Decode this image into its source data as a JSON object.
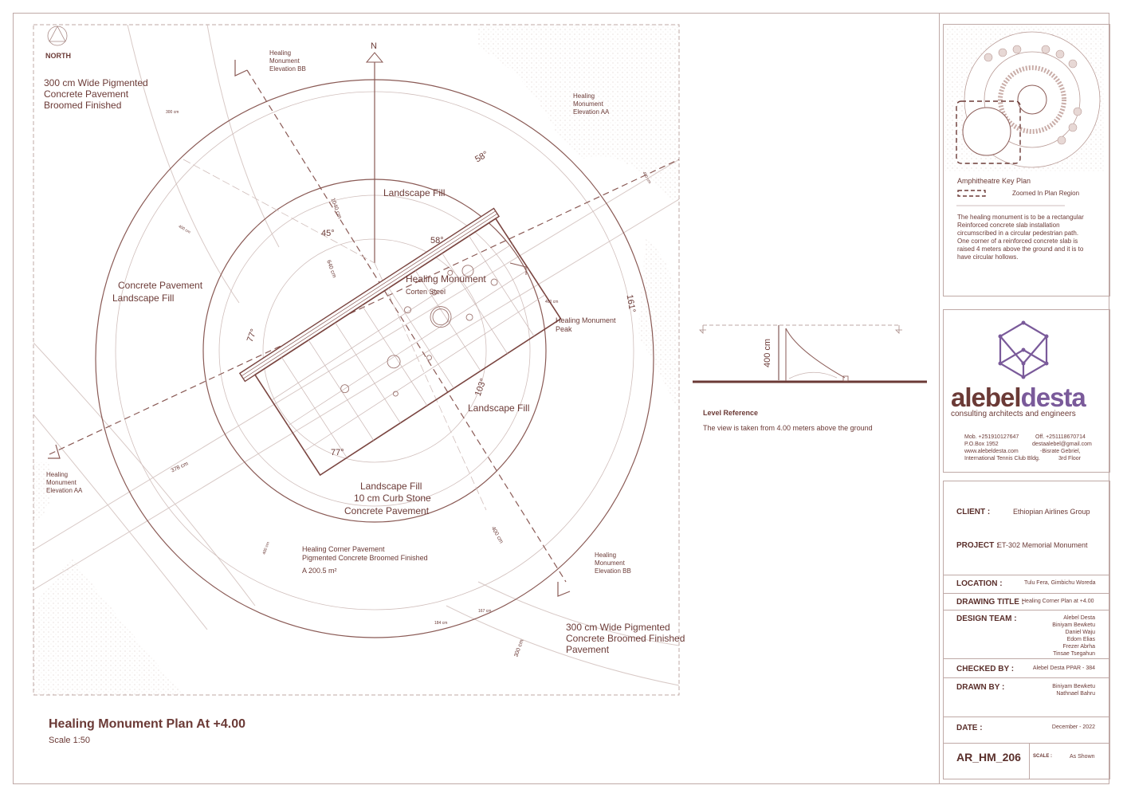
{
  "plan": {
    "north_label": "NORTH",
    "n_label": "N",
    "title": "Healing Monument Plan At +4.00",
    "scale": "Scale 1:50",
    "labels": {
      "pavement_300_1": "300 cm Wide Pigmented",
      "pavement_300_2": "Concrete Pavement",
      "pavement_300_3": "Broomed Finished",
      "elev_bb_top_1": "Healing",
      "elev_bb_top_2": "Monument",
      "elev_bb_top_3": "Elevation BB",
      "elev_aa_top_1": "Healing",
      "elev_aa_top_2": "Monument",
      "elev_aa_top_3": "Elevation AA",
      "landscape_fill_top": "Landscape Fill",
      "concrete_pavement_left": "Concrete Pavement",
      "landscape_fill_left": "Landscape Fill",
      "healing_monument": "Healing Monument",
      "corten_steel": "Corten Steel",
      "monument_peak_1": "Healing Monument",
      "monument_peak_2": "Peak",
      "landscape_fill_right": "Landscape Fill",
      "elev_aa_left_1": "Healing",
      "elev_aa_left_2": "Monument",
      "elev_aa_left_3": "Elevation AA",
      "lf_bottom": "Landscape Fill",
      "curb_stone": "10 cm Curb Stone",
      "concrete_pavement_bottom": "Concrete Pavement",
      "corner_pavement_1": "Healing Corner Pavement",
      "corner_pavement_2": "Pigmented Concrete Broomed Finished",
      "area": "A   200.5 m²",
      "elev_bb_bottom_1": "Healing",
      "elev_bb_bottom_2": "Monument",
      "elev_bb_bottom_3": "Elevation BB",
      "pav_bottom_1": "300 cm Wide Pigmented",
      "pav_bottom_2": "Concrete Broomed Finished",
      "pav_bottom_3": "Pavement",
      "angle_58a": "58°",
      "angle_45": "45°",
      "angle_58b": "58°",
      "angle_77a": "77°",
      "angle_161": "161°",
      "angle_103": "103°",
      "angle_77b": "77°",
      "dim_300": "300 cm",
      "dim_1040": "1040 cm",
      "dim_640": "640 cm",
      "dim_400a": "400 cm",
      "dim_400b": "400 cm",
      "dim_378": "378 cm",
      "dim_184": "184 cm",
      "dim_167": "167 cm",
      "dim_300b": "300 cm",
      "dim_400c": "400 cm",
      "dim_400d": "400 cm",
      "dim_400e": "400 cm"
    }
  },
  "level": {
    "dim": "400 cm",
    "title": "Level Reference",
    "text": "The view is taken from 4.00 meters above the ground"
  },
  "keyplan": {
    "title": "Amphitheatre Key Plan",
    "legend": "Zoomed In Plan Region",
    "description": "The healing monument is to be a rectangular Reinforced concrete slab installation circumscribed in a circular pedestrian path. One corner of a reinforced concrete slab is raised 4 meters above the ground and it is to have circular hollows."
  },
  "firm": {
    "name_part1": "alebel",
    "name_part2": "desta",
    "tagline": "consulting architects and engineers",
    "mob": "Mob. +251910127647",
    "off": "Off. +251118670714",
    "po": "P.O.Box  1952",
    "email": "destaalebel@gmail.com",
    "web": "www.alebeldesta.com",
    "address1": "-Bisrate Gebriel,",
    "address2": "International Tennis Club Bldg.",
    "floor": "3rd Floor",
    "accent": "#7a5a9a",
    "brown": "#6b3a36"
  },
  "titleblock": {
    "client_label": "CLIENT :",
    "client": "Ethiopian Airlines Group",
    "project_label": "PROJECT :",
    "project": "ET-302  Memorial Monument",
    "location_label": "LOCATION :",
    "location": "Tulu Fera, Gimbichu Woreda",
    "drawing_title_label": "DRAWING TITLE :",
    "drawing_title": "Healing Corner Plan at +4.00",
    "design_team_label": "DESIGN TEAM :",
    "design_team": [
      "Alebel Desta",
      "Biniyam Bewketu",
      "Daniel Waju",
      "Edom Elias",
      "Frezer Abrha",
      "Tinsae Tsegahun"
    ],
    "checked_label": "CHECKED BY :",
    "checked": "Alebel Desta PPAR - 384",
    "drawn_label": "DRAWN BY :",
    "drawn": [
      "Biniyam Bewketu",
      "Nathnael Bahru"
    ],
    "date_label": "DATE :",
    "date": "December - 2022",
    "sheet": "AR_HM_206",
    "scale_label": "SCALE :",
    "scale": "As Shown"
  }
}
